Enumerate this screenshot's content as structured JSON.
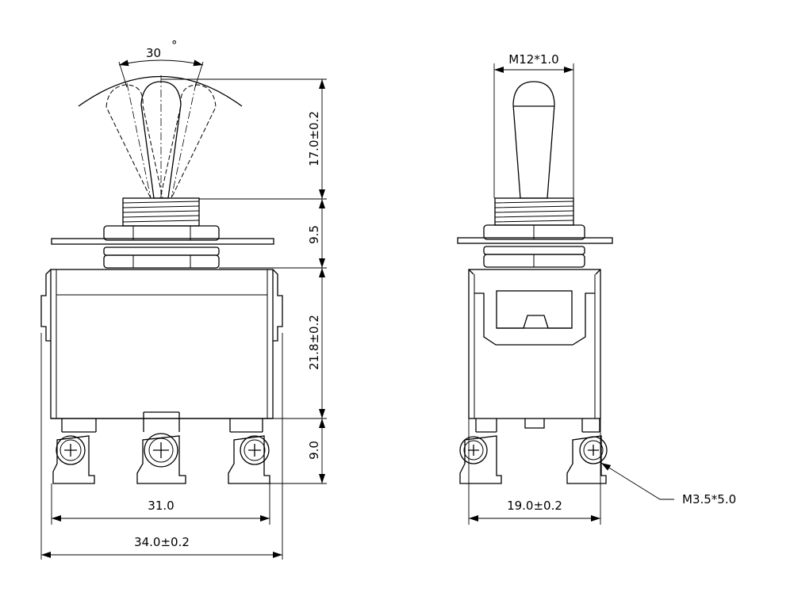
{
  "dimensions": {
    "lever_angle": "30",
    "lever_angle_unit": "°",
    "lever_height": "17.0±0.2",
    "bushing_height": "9.5",
    "body_height": "21.8±0.2",
    "terminal_height": "9.0",
    "terminal_span": "31.0",
    "body_width": "34.0±0.2",
    "side_width": "19.0±0.2",
    "bushing_thread": "M12*1.0",
    "terminal_screw": "M3.5*5.0"
  },
  "colors": {
    "line": "#000000",
    "background": "#ffffff"
  }
}
